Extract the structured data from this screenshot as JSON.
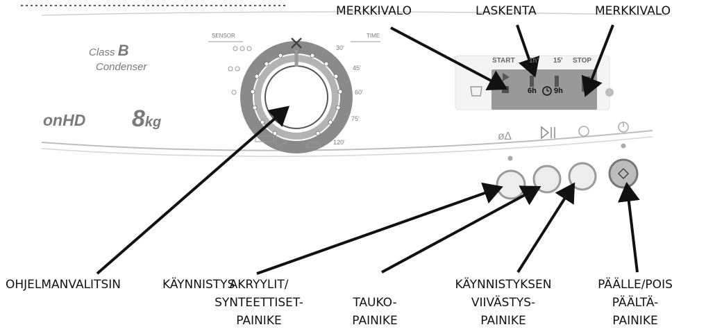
{
  "panel": {
    "class_prefix": "Class",
    "class_letter": "B",
    "condenser": "Condenser",
    "model": "onHD",
    "capacity_num": "8",
    "capacity_unit": "kg"
  },
  "dial": {
    "sensor": "SENSOR",
    "time": "TIME",
    "time_marks": [
      "30'",
      "45'",
      "60'",
      "75'",
      "120'"
    ]
  },
  "display": {
    "start": "START",
    "mid": "1h'",
    "m15": "15'",
    "stop": "STOP",
    "hours_left": "6h",
    "hours_right": "9h"
  },
  "callouts": {
    "merkkivalo_left": "MERKKIVALO",
    "laskenta": "LASKENTA",
    "merkkivalo_right": "MERKKIVALO",
    "ohjelmanvalitsin": "OHJELMANVALITSIN",
    "kaynnistys": "KÄYNNISTYS",
    "akryylit": [
      "AKRYYLIT/",
      "SYNTEETTISET-",
      "PAINIKE"
    ],
    "tauko": [
      "TAUKO-",
      "PAINIKE"
    ],
    "viivastys": [
      "KÄYNNISTYKSEN",
      "VIIVÄSTYS-",
      "PAINIKE"
    ],
    "paalle": [
      "PÄÄLLE/POIS",
      "PÄÄLTÄ-",
      "PAINIKE"
    ]
  }
}
